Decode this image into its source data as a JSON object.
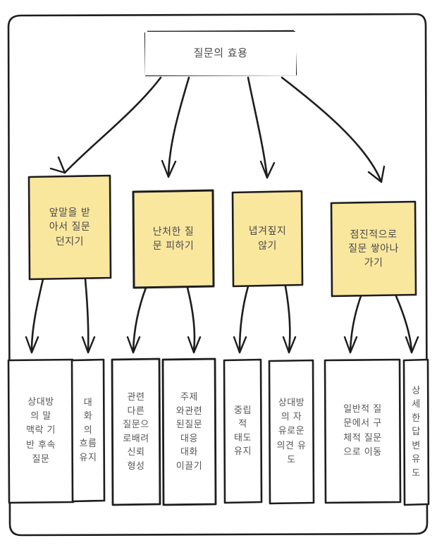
{
  "diagram": {
    "title_node": {
      "label": "질문의 효용"
    },
    "colors": {
      "yellow_fill": "#fae79e",
      "stroke": "#1d1d1d",
      "text": "#4a4a4a",
      "background": "#ffffff"
    },
    "branches": [
      {
        "label": "앞말을 받\n아서 질문\n던지기",
        "children": [
          {
            "label": "상대방\n의 말\n맥락 기\n반 후속\n질문"
          },
          {
            "label": "대\n화\n의\n흐름\n유지"
          }
        ]
      },
      {
        "label": "난처한 질\n문 피하기",
        "children": [
          {
            "label": "관련\n다른\n질문으\n로배려\n신뢰\n형성"
          },
          {
            "label": "주제\n와관련\n된질문\n대응\n대화\n이끌기"
          }
        ]
      },
      {
        "label": "녑겨짚지\n않기",
        "children": [
          {
            "label": "중립\n적\n태도\n유지"
          },
          {
            "label": "상대방\n의 자\n유로운\n의견 유\n도"
          }
        ]
      },
      {
        "label": "점진적으로\n질문 쌓아나\n가기",
        "children": [
          {
            "label": "일반적 질\n문에서 구\n체적 질문\n으로 이동"
          },
          {
            "label": "상\n세\n한\n답\n변\n유도"
          }
        ]
      }
    ]
  }
}
